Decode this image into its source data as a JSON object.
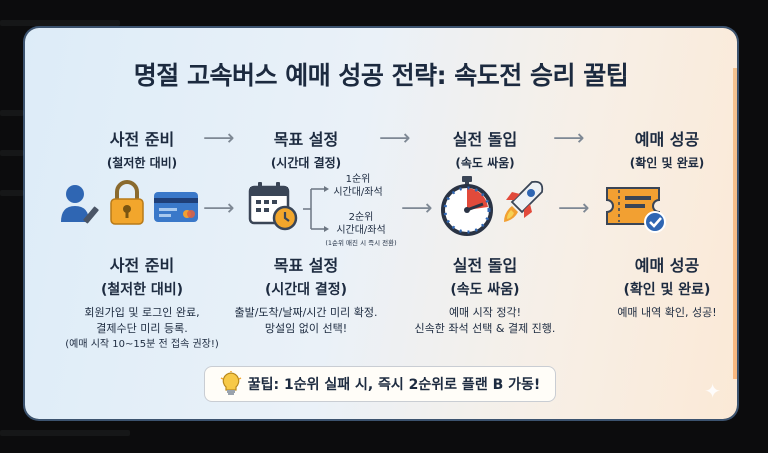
{
  "title": "명절 고속버스 예매 성공 전략: 속도전 승리 꿀팁",
  "flow": [
    {
      "title": "사전 준비",
      "sub": "(철저한 대비)"
    },
    {
      "title": "목표 설정",
      "sub": "(시간대 결정)"
    },
    {
      "title": "실전 돌입",
      "sub": "(속도 싸움)"
    },
    {
      "title": "예매 성공",
      "sub": "(확인 및 완료)"
    }
  ],
  "details": [
    {
      "title": "사전 준비",
      "sub": "(철저한 대비)",
      "desc": [
        "회원가입 및 로그인 완료,",
        "결제수단 미리 등록."
      ],
      "note": "(예매 시작 10~15분 전 접속 권장!)"
    },
    {
      "title": "목표 설정",
      "sub": "(시간대 결정)",
      "desc": [
        "출발/도착/날짜/시간 미리 확정.",
        "망설임 없이 선택!"
      ]
    },
    {
      "title": "실전 돌입",
      "sub": "(속도 싸움)",
      "desc": [
        "예매 시작 정각!",
        "신속한 좌석 선택 & 결제 진행."
      ]
    },
    {
      "title": "예매 성공",
      "sub": "(확인 및 완료)",
      "desc": [
        "예매 내역 확인, 성공!"
      ]
    }
  ],
  "branch": {
    "first": [
      "1순위",
      "시간대/좌석"
    ],
    "second": [
      "2순위",
      "시간대/좌석"
    ],
    "second_note": "(1순위 매진 시 즉시 전환)"
  },
  "tip": "꿀팁: 1순위 실패 시, 즉시 2순위로 플랜 B 가동!",
  "colors": {
    "accent_blue": "#2f66b3",
    "gold": "#f2a62c",
    "rocket_red": "#e24a3b",
    "ticket_orange": "#f2a032"
  },
  "icons": [
    "user-pen-icon",
    "padlock-icon",
    "credit-card-icon",
    "calendar-clock-icon",
    "stopwatch-icon",
    "rocket-icon",
    "ticket-check-icon",
    "lightbulb-icon",
    "sparkle-icon"
  ]
}
